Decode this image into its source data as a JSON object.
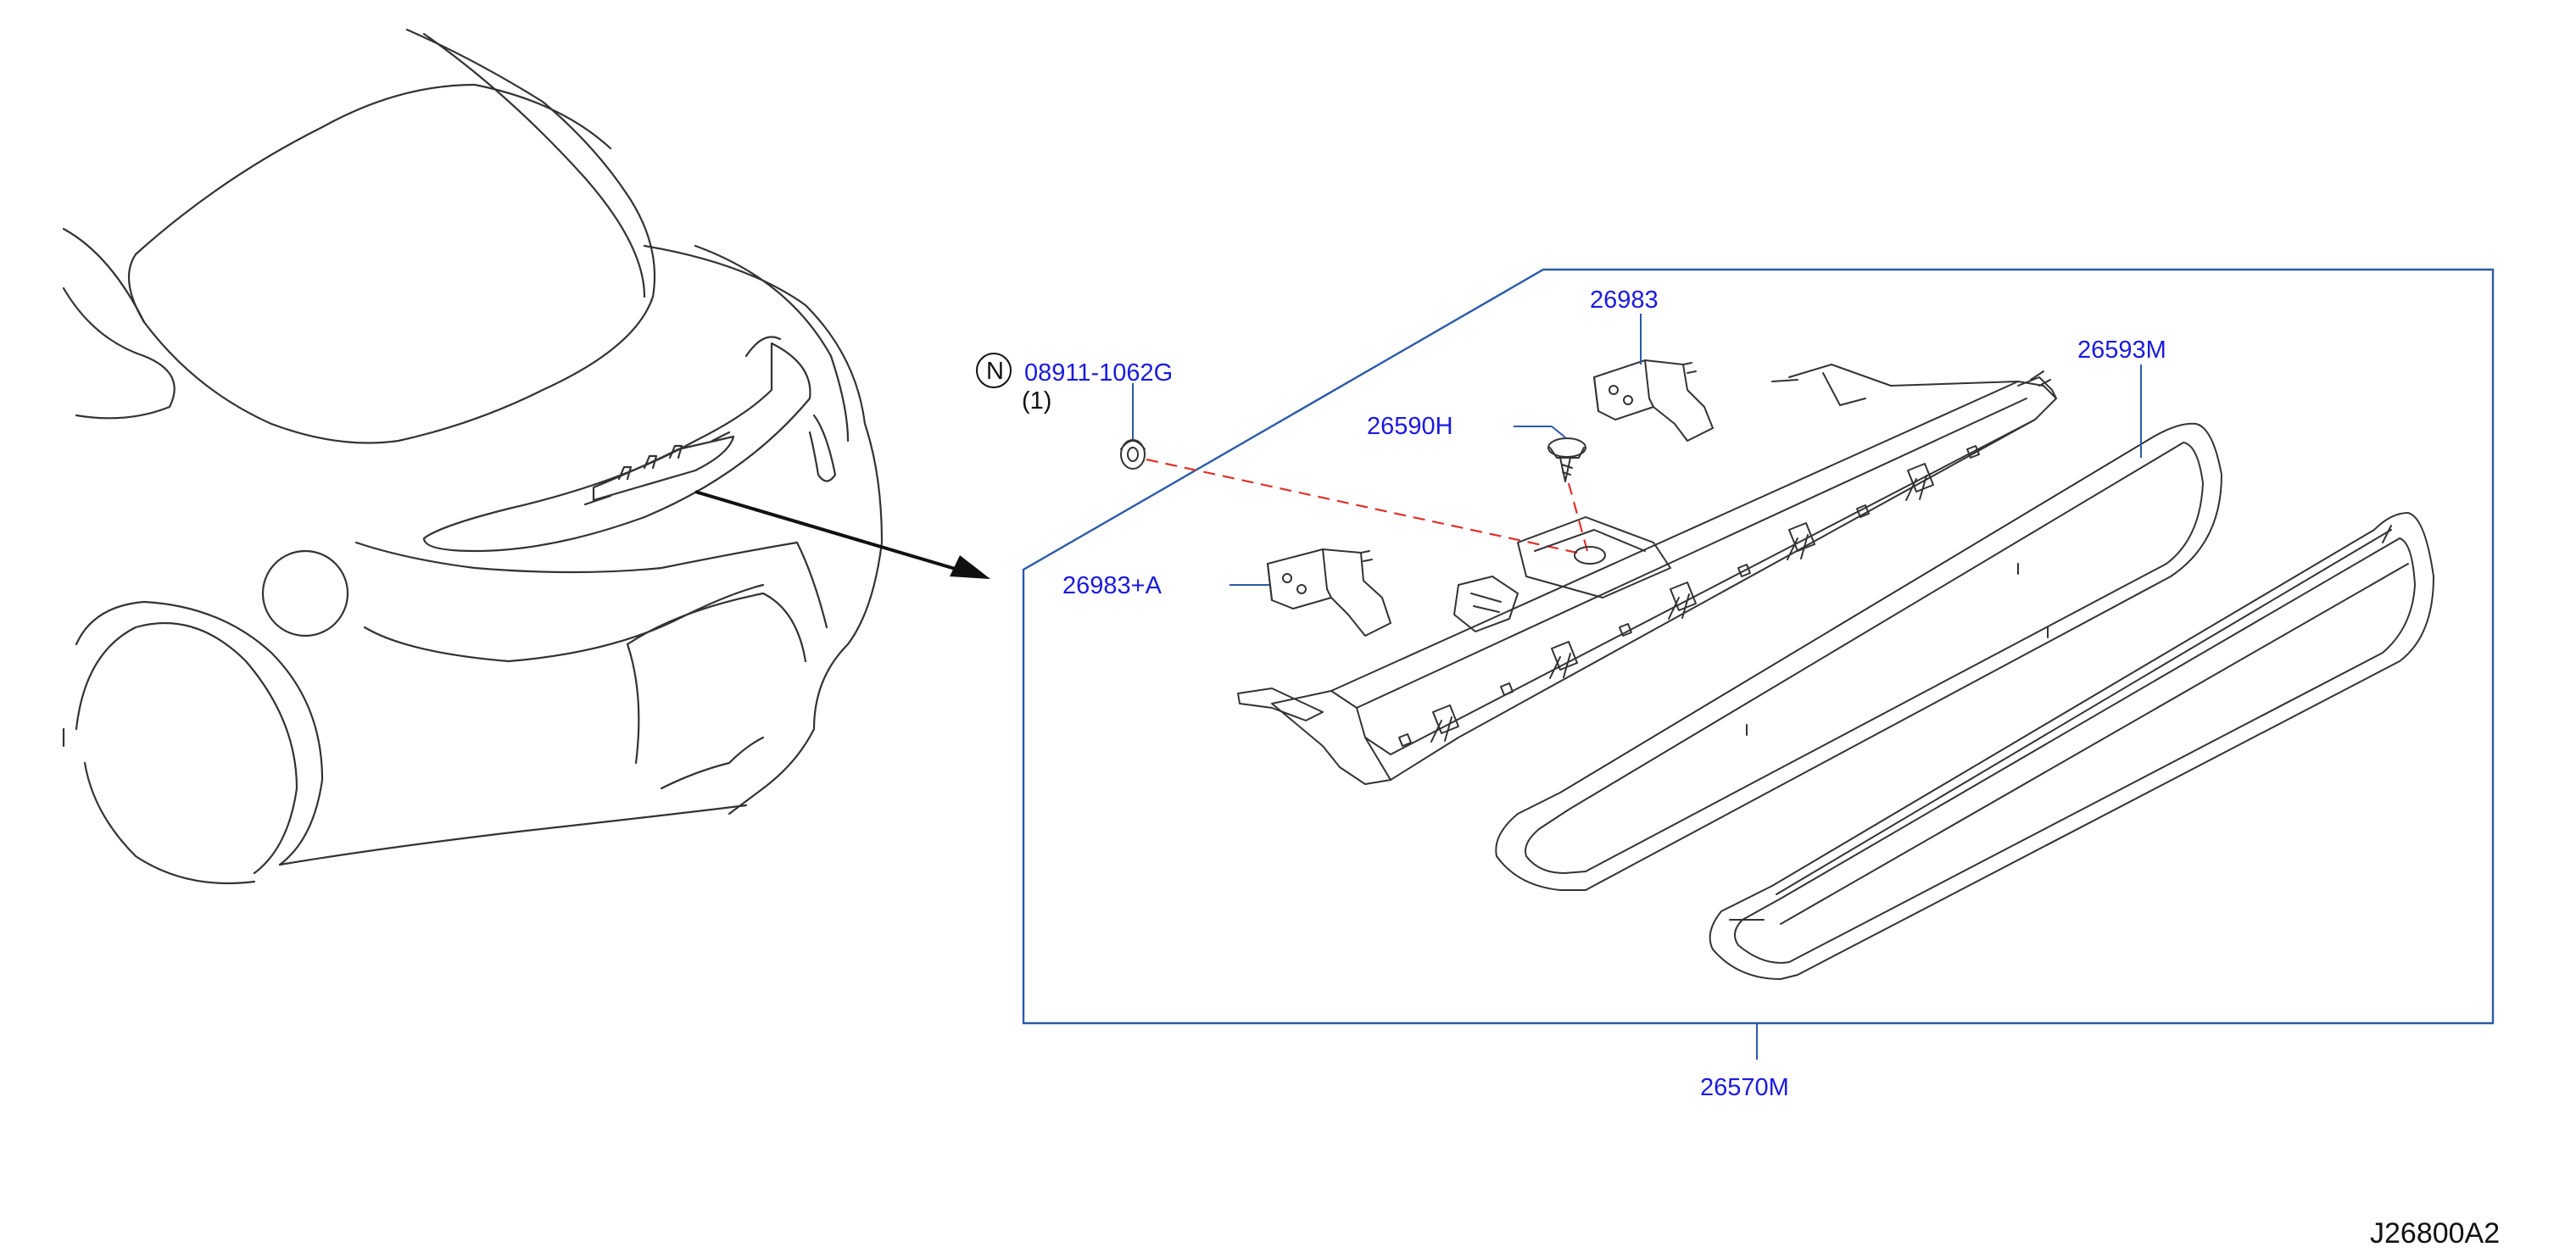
{
  "labels": {
    "nut_symbol": "N",
    "nut_part": "08911-1062G",
    "nut_qty": "(1)",
    "bracket_right": "26983",
    "bracket_left": "26983+A",
    "screw": "26590H",
    "lens_gasket": "26593M",
    "assembly": "26570M",
    "diagram_ref": "J26800A2"
  },
  "colors": {
    "label_text": "#1a1adf",
    "leader_line": "#2b5aa8",
    "frame": "#2b5aa8",
    "dashed_guide": "#e0302a",
    "line_art": "#333333"
  }
}
